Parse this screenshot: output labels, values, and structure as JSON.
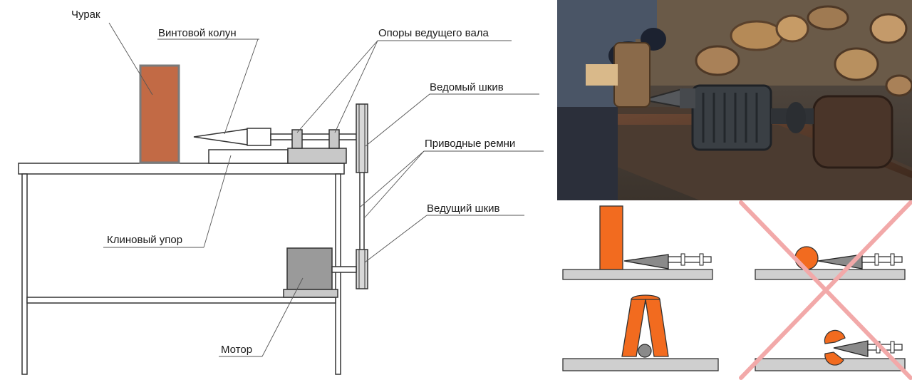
{
  "labels": {
    "log": "Чурак",
    "screw_splitter": "Винтовой колун",
    "shaft_supports": "Опоры ведущего вала",
    "driven_pulley": "Ведомый шкив",
    "drive_belts": "Приводные ремни",
    "drive_pulley": "Ведущий шкив",
    "wedge_stop": "Клиновый упор",
    "motor": "Мотор"
  },
  "colors": {
    "log": "#c26a45",
    "log_border": "#7a7a7a",
    "orange": "#f26b1f",
    "motor": "#9a9a9a",
    "bar": "#cfcfcf",
    "cross": "#f2a9a9"
  },
  "examples": {
    "correct": [
      "vertical-log-splitting",
      "log-on-v-stand"
    ],
    "incorrect": [
      "round-log-on-cone",
      "split-log-on-cone"
    ]
  }
}
